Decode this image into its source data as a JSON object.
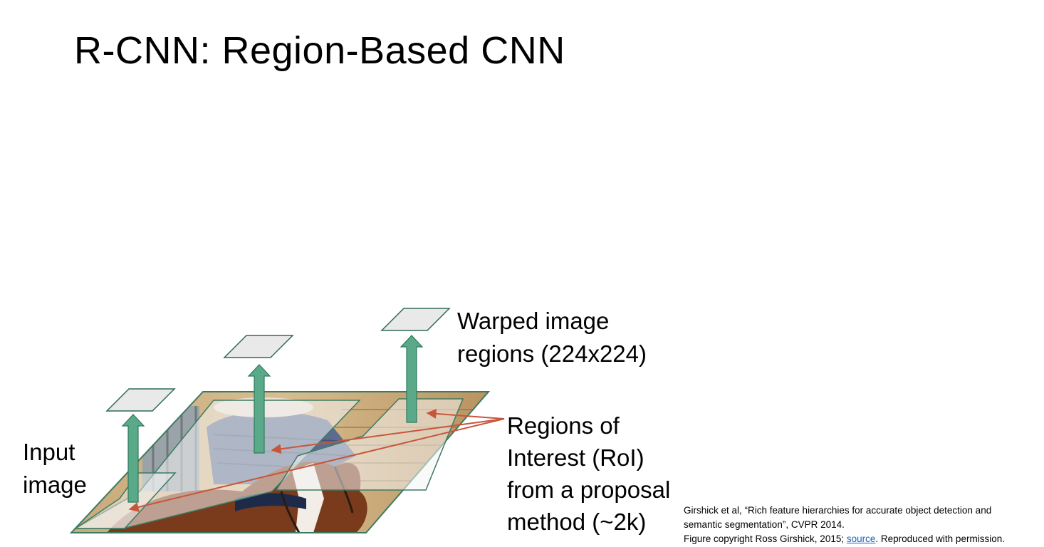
{
  "title": "R-CNN: Region-Based CNN",
  "labels": {
    "input_image": [
      "Input",
      "image"
    ],
    "warped_regions": [
      "Warped image",
      "regions (224x224)"
    ],
    "roi": [
      "Regions of",
      "Interest (RoI)",
      "from a proposal",
      "method (~2k)"
    ]
  },
  "citation": {
    "line1": "Girshick et al, “Rich feature hierarchies for accurate object detection and",
    "line2": "semantic segmentation”, CVPR 2014.",
    "line3_prefix": "Figure copyright Ross Girshick, 2015; ",
    "link_text": "source",
    "line3_suffix": ". Reproduced with permission."
  },
  "colors": {
    "arrow_green": "#5aaa8a",
    "arrow_stroke": "#2f7a5c",
    "pointer_red": "#c8553a",
    "region_fill": "#e9e9e9",
    "region_stroke": "#2f6b55",
    "link": "#1f5fb3"
  }
}
